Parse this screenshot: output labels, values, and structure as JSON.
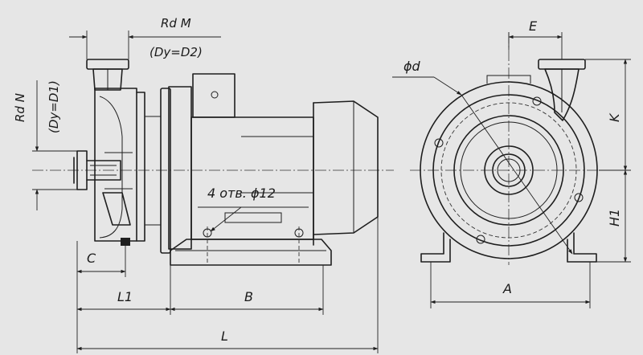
{
  "side_view": {
    "rd_m": "Rd M",
    "dy_d2": "(Dy=D2)",
    "rd_n": "Rd N",
    "dy_d1": "(Dy=D1)",
    "holes": "4 отв. ϕ12",
    "dim_c": "C",
    "dim_l1": "L1",
    "dim_b": "B",
    "dim_l": "L"
  },
  "front_view": {
    "dim_e": "E",
    "dim_phi_d": "ϕd",
    "dim_k": "K",
    "dim_h1": "H1",
    "dim_a": "A"
  }
}
